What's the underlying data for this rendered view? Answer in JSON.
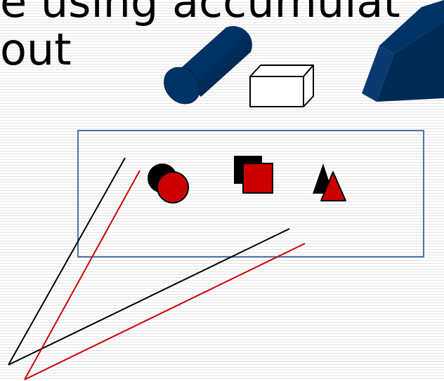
{
  "slide": {
    "text_line_1": "e using accumulat",
    "text_line_2": "out"
  },
  "colors": {
    "text": "#000000",
    "primitive_fill": "#003366",
    "cube_fill": "#ffffff",
    "cube_stroke": "#000000",
    "frame_stroke": "#4a74a8",
    "shape_black": "#000000",
    "shape_red": "#cc0000",
    "ray_black": "#000000",
    "ray_red": "#cc0000"
  },
  "objects": {
    "primitives_3d": [
      "cylinder",
      "cube",
      "triangular-prism"
    ],
    "shapes_2d": [
      "circle-pair",
      "square-pair",
      "triangle-pair"
    ]
  }
}
